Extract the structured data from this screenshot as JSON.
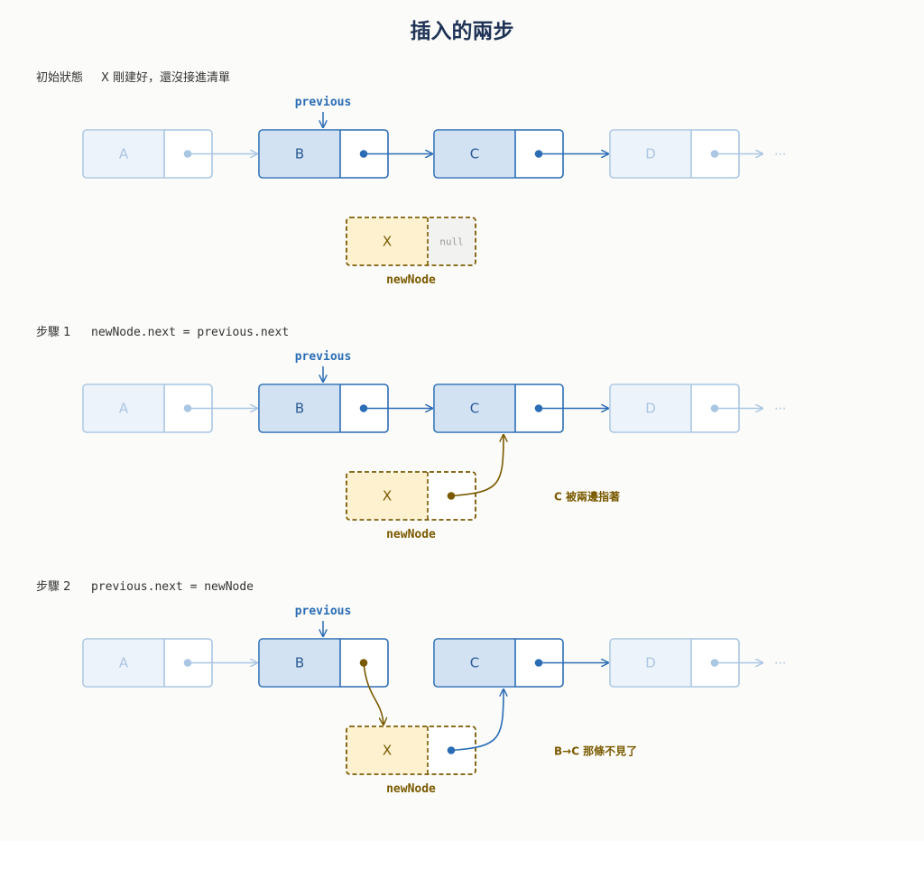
{
  "title": "插入的兩步",
  "rows": [
    {
      "label": "初始狀態",
      "code": "X 剛建好，還沒接進清單",
      "pointer_label": "previous",
      "nodes": [
        "A",
        "B",
        "C",
        "D"
      ],
      "ellipsis": "···",
      "new_node": {
        "label": "X",
        "next_value": "null",
        "name": "newNode"
      },
      "note": ""
    },
    {
      "label": "步驟 1",
      "code": "newNode.next = previous.next",
      "pointer_label": "previous",
      "nodes": [
        "A",
        "B",
        "C",
        "D"
      ],
      "ellipsis": "···",
      "new_node": {
        "label": "X",
        "next_value": "",
        "name": "newNode"
      },
      "note": "C 被兩邊指著"
    },
    {
      "label": "步驟 2",
      "code": "previous.next = newNode",
      "pointer_label": "previous",
      "nodes": [
        "A",
        "B",
        "C",
        "D"
      ],
      "ellipsis": "···",
      "new_node": {
        "label": "X",
        "next_value": "",
        "name": "newNode"
      },
      "note": "B→C 那條不見了"
    }
  ],
  "colors": {
    "active_fill": "#d3e2f3",
    "active_stroke": "#2a6db5",
    "faded_fill": "#edf3fa",
    "faded_stroke": "#a9c6e3",
    "new_fill": "#fdf1cf",
    "new_stroke": "#7a5a00",
    "null_fill": "#f2f2f0"
  }
}
